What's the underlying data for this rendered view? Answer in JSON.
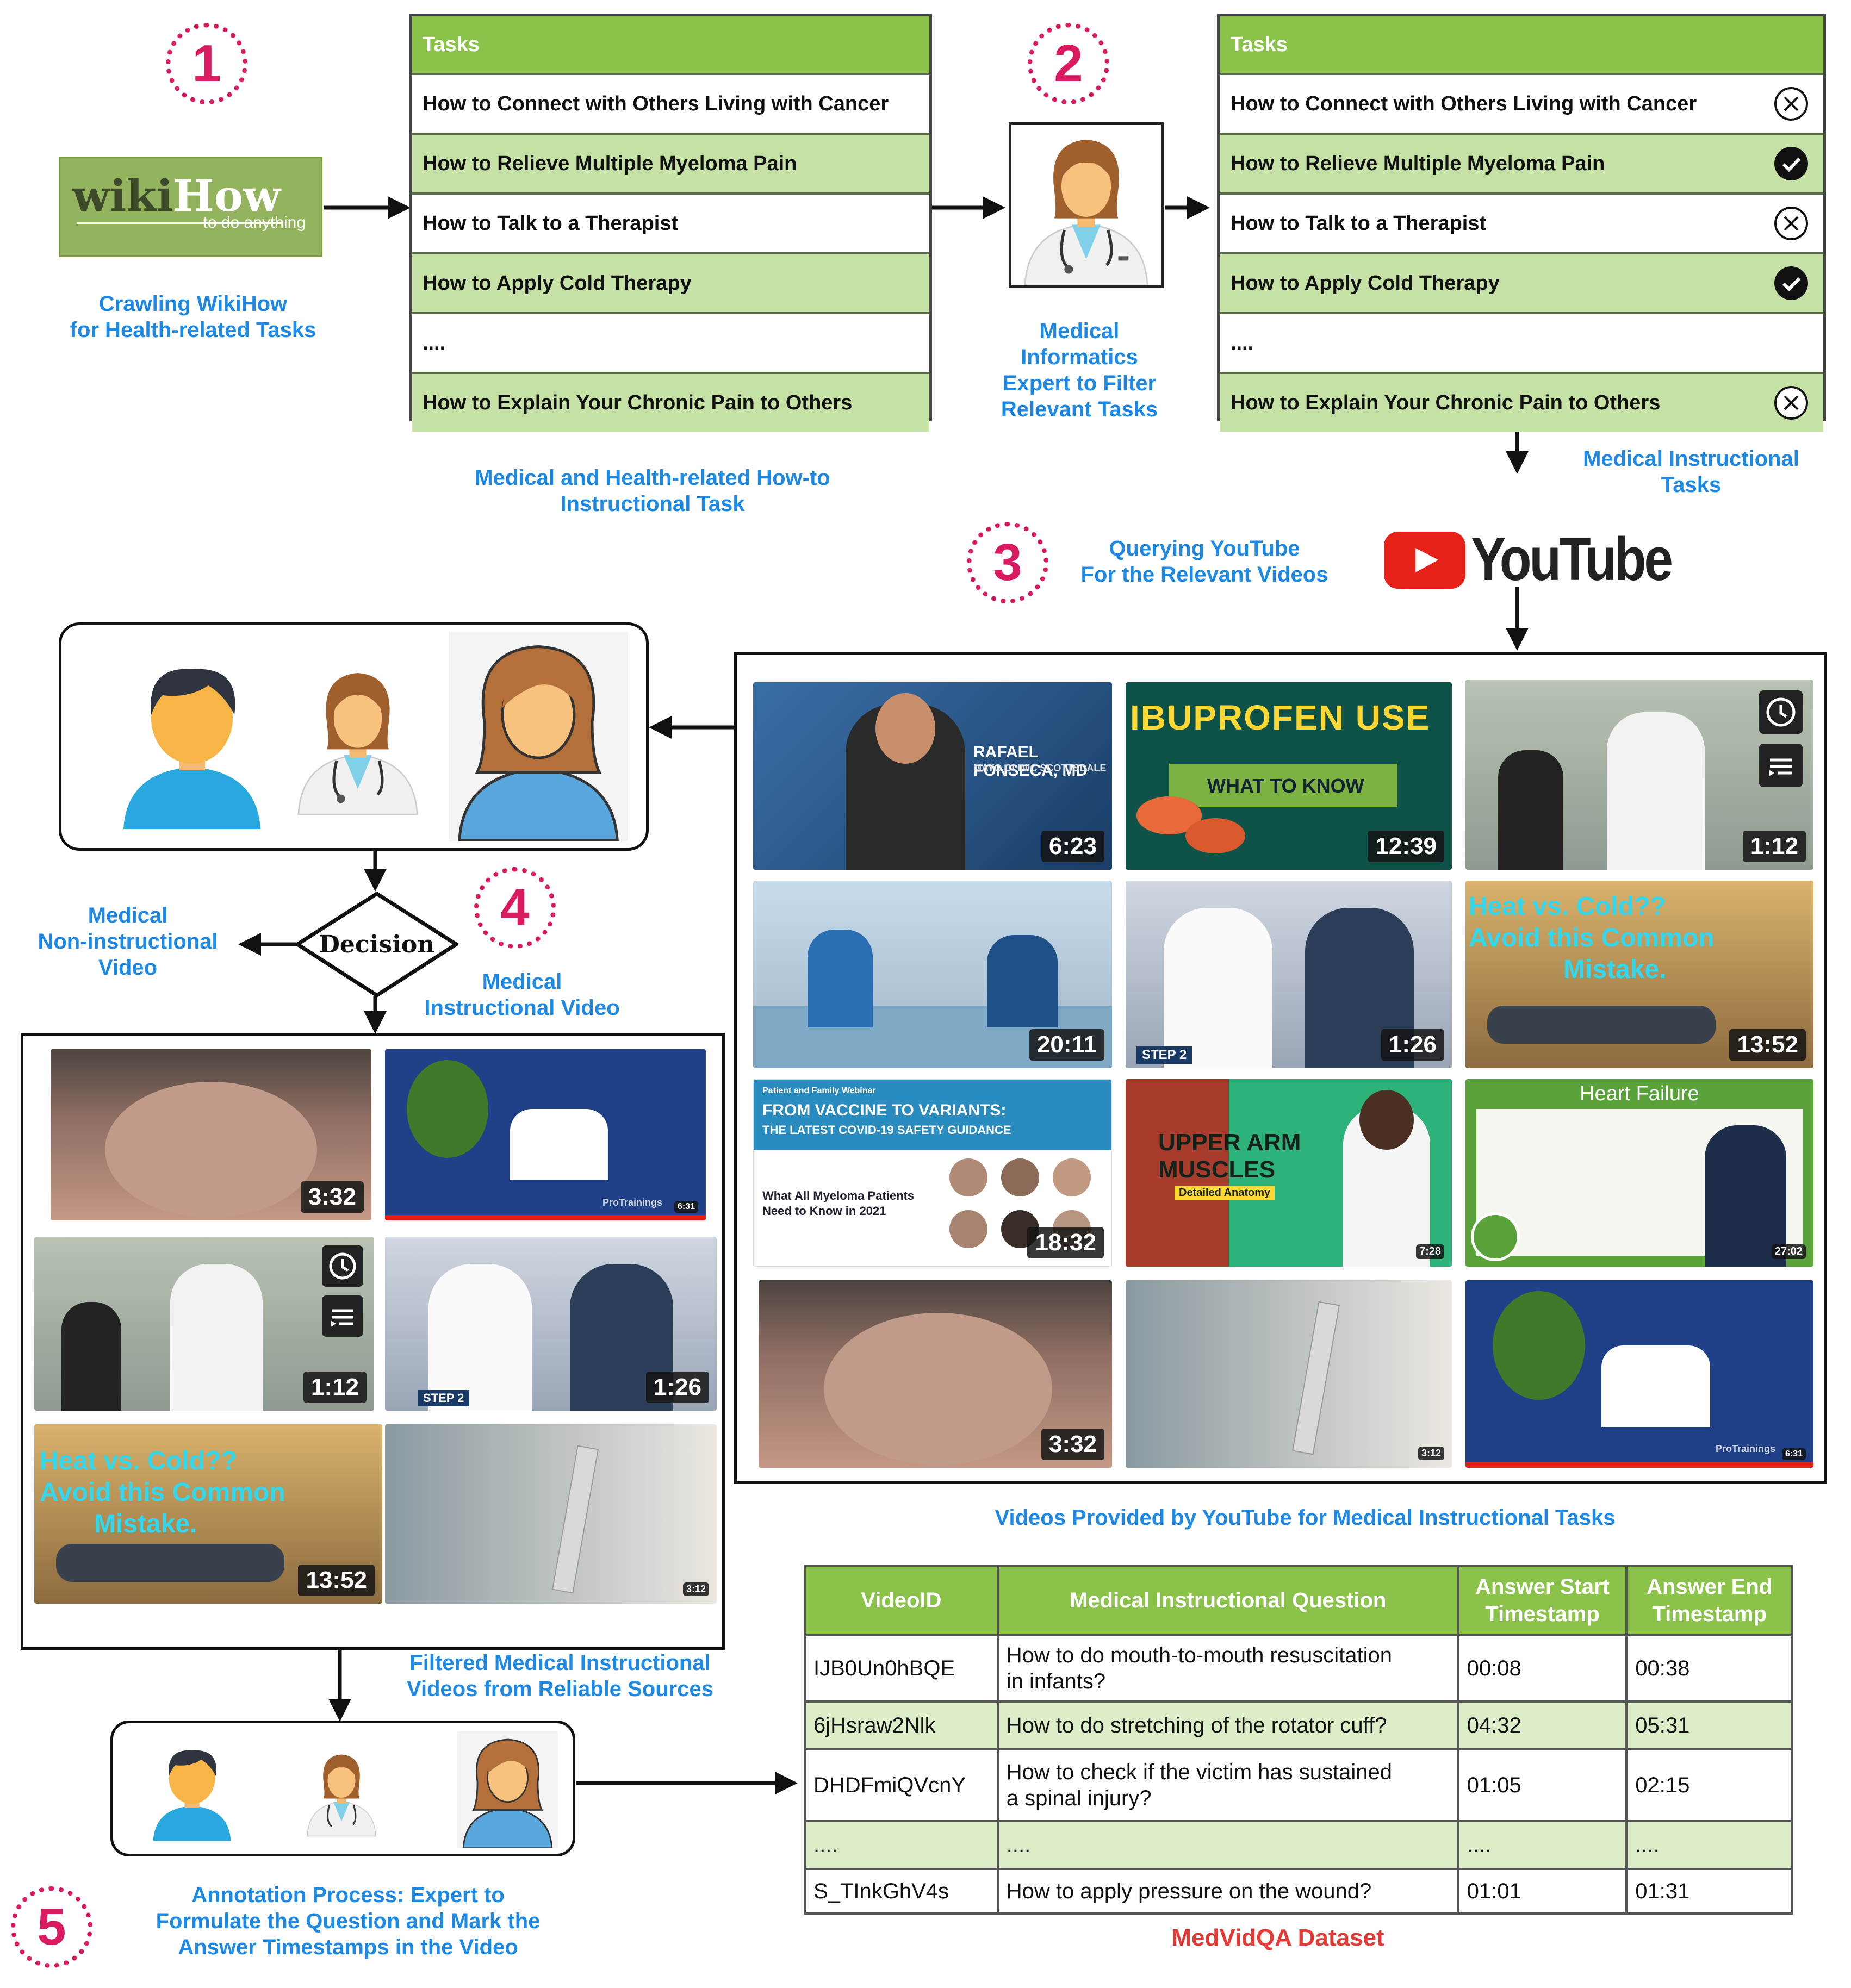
{
  "steps": [
    "1",
    "2",
    "3",
    "4",
    "5"
  ],
  "wikihow": {
    "logo_word1": "wiki",
    "logo_word2": "How",
    "logo_tagline": "to do anything"
  },
  "captions": {
    "crawling": "Crawling WikiHow\nfor Health-related Tasks",
    "medical_health_tasks": "Medical and Health-related How-to\nInstructional Task",
    "expert_filter": "Medical\nInformatics\nExpert to Filter\nRelevant Tasks",
    "instructional_tasks": "Medical Instructional\nTasks",
    "querying": "Querying YouTube\nFor the Relevant Videos",
    "non_instructional": "Medical\nNon-instructional\nVideo",
    "instructional_video": "Medical\nInstructional Video",
    "youtube_videos": "Videos Provided by YouTube for Medical Instructional Tasks",
    "filtered": "Filtered Medical Instructional\nVideos from Reliable Sources",
    "annotation": "Annotation Process: Expert to\nFormulate the Question and Mark the\nAnswer Timestamps in the Video",
    "dataset": "MedVidQA Dataset"
  },
  "decision_label": "Decision",
  "youtube_label": "YouTube",
  "tasks_table_left": {
    "header": "Tasks",
    "rows": [
      {
        "text": "How to Connect with Others Living with Cancer",
        "highlight": false
      },
      {
        "text": "How to Relieve Multiple Myeloma Pain",
        "highlight": true
      },
      {
        "text": "How to Talk to a Therapist",
        "highlight": false
      },
      {
        "text": "How to Apply Cold Therapy",
        "highlight": true
      },
      {
        "text": "....",
        "highlight": false
      },
      {
        "text": "How to Explain Your Chronic Pain to Others",
        "highlight": true
      }
    ]
  },
  "tasks_table_right": {
    "header": "Tasks",
    "rows": [
      {
        "text": "How to Connect with Others Living with Cancer",
        "highlight": false,
        "mark": "cross"
      },
      {
        "text": "How to Relieve Multiple Myeloma Pain",
        "highlight": true,
        "mark": "check"
      },
      {
        "text": "How to Talk to a Therapist",
        "highlight": false,
        "mark": "cross"
      },
      {
        "text": "How to Apply Cold Therapy",
        "highlight": true,
        "mark": "check"
      },
      {
        "text": "....",
        "highlight": false,
        "mark": ""
      },
      {
        "text": "How to Explain Your Chronic Pain to Others",
        "highlight": true,
        "mark": "cross"
      }
    ]
  },
  "youtube_thumbs": [
    {
      "duration": "6:23",
      "text1": "RAFAEL FONSECA, MD",
      "text2": "MAYO CLINIC SCOTTSDALE"
    },
    {
      "duration": "12:39",
      "text1": "IBUPROFEN USE",
      "text2": "WHAT TO KNOW"
    },
    {
      "duration": "1:12"
    },
    {
      "duration": "20:11"
    },
    {
      "duration": "1:26",
      "text1": "STEP 2"
    },
    {
      "duration": "13:52",
      "text1": "Heat vs. Cold??",
      "text2": "Avoid this Common",
      "text3": "Mistake."
    },
    {
      "duration": "18:32",
      "text1": "Patient and Family Webinar",
      "text2": "FROM VACCINE TO VARIANTS:",
      "text3": "THE LATEST COVID-19 SAFETY GUIDANCE",
      "text4": "What All Myeloma Patients Need to Know in 2021"
    },
    {
      "duration": "7:28",
      "text1": "UPPER ARM",
      "text2": "MUSCLES",
      "text3": "Detailed Anatomy"
    },
    {
      "duration": "27:02",
      "text1": "Heart Failure"
    },
    {
      "duration": "3:32"
    },
    {
      "duration": "3:12"
    },
    {
      "duration": "6:31",
      "text1": "ProTrainings"
    }
  ],
  "filtered_thumbs": [
    {
      "duration": "3:32"
    },
    {
      "duration": "6:31",
      "text1": "ProTrainings"
    },
    {
      "duration": "1:12"
    },
    {
      "duration": "1:26",
      "text1": "STEP 2"
    },
    {
      "duration": "13:52",
      "text1": "Heat vs. Cold??",
      "text2": "Avoid this Common",
      "text3": "Mistake."
    },
    {
      "duration": "3:12"
    }
  ],
  "dataset_table": {
    "headers": [
      "VideoID",
      "Medical Instructional Question",
      "Answer Start\nTimestamp",
      "Answer End\nTimestamp"
    ],
    "rows": [
      [
        "IJB0Un0hBQE",
        "How to do mouth-to-mouth resuscitation\nin infants?",
        "00:08",
        "00:38"
      ],
      [
        "6jHsraw2Nlk",
        "How to do stretching of the rotator cuff?",
        "04:32",
        "05:31"
      ],
      [
        "DHDFmiQVcnY",
        "How to check if the victim has sustained\n a spinal injury?",
        "01:05",
        "02:15"
      ],
      [
        "....",
        "....",
        "....",
        "...."
      ],
      [
        "S_TInkGhV4s",
        "How to apply pressure on the wound?",
        "01:01",
        "01:31"
      ]
    ]
  },
  "colors": {
    "caption_blue": "#1e88e5",
    "step_pink": "#d81b60",
    "table_green": "#8bc34a",
    "youtube_red": "#e62117"
  },
  "icons": [
    "boy-avatar-icon",
    "doctor-avatar-icon",
    "woman-avatar-icon",
    "check-icon",
    "cross-icon",
    "youtube-play-icon",
    "arrow-icon"
  ]
}
